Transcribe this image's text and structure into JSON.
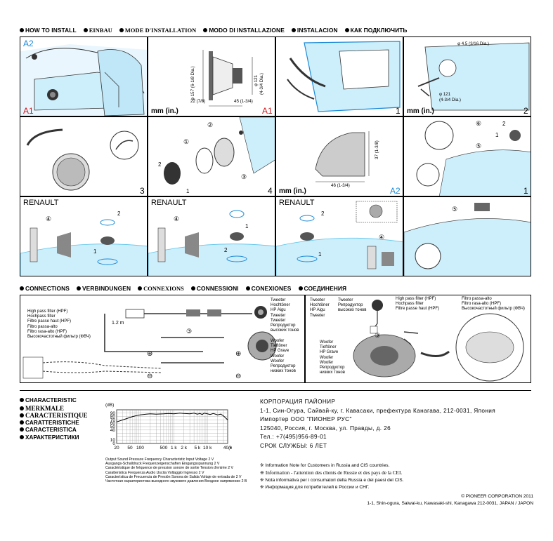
{
  "install_header": [
    {
      "text": "HOW TO INSTALL",
      "serif": false
    },
    {
      "text": "EINBAU",
      "serif": true
    },
    {
      "text": "MODE D'INSTALLATION",
      "serif": true
    },
    {
      "text": "MODO DI INSTALLAZIONE",
      "serif": false
    },
    {
      "text": "INSTALACION",
      "serif": false
    },
    {
      "text": "КАК ПОДКЛЮЧИТЬ",
      "serif": false
    }
  ],
  "panels": {
    "p1": {
      "tag_top": "A2",
      "tag_bottom": "A1"
    },
    "p2": {
      "mm": "mm (in.)",
      "tag": "A1",
      "d157": "φ 157 (6-1/8 Dia.)",
      "d121": "φ 121",
      "d121b": "(4-3/4 Dia.)",
      "w22": "22 (7/8)",
      "w45": "45 (1-3/4)"
    },
    "p3": {
      "num": "1"
    },
    "p4": {
      "mm": "mm (in.)",
      "num": "2",
      "d45": "φ 4.5 (3/16 Dia.)",
      "d121": "φ 121",
      "d121b": "(4-3/4 Dia.)"
    },
    "p5": {
      "num": "3"
    },
    "p6": {
      "num": "4",
      "c1": "①",
      "c2": "②",
      "c3": "③",
      "n1": "1",
      "n2": "2"
    },
    "p7": {
      "mm": "mm (in.)",
      "tag": "A2",
      "h37": "37 (1-3/8)",
      "w46": "46 (1-3/4)"
    },
    "p8": {
      "num": "1",
      "c5": "⑤",
      "c6": "⑥",
      "n1": "1",
      "n2": "2"
    },
    "p9": {
      "title": "RENAULT",
      "c4": "④",
      "n1": "1",
      "n2": "2"
    },
    "p10": {
      "title": "RENAULT",
      "c4": "④",
      "n1": "1",
      "n2": "2"
    },
    "p11": {
      "title": "RENAULT",
      "c4": "④",
      "n1": "1",
      "n2": "2"
    },
    "p12": {
      "c5": "⑤"
    }
  },
  "conn_header": [
    {
      "text": "CONNECTIONS",
      "serif": false
    },
    {
      "text": "VERBINDUNGEN",
      "serif": false
    },
    {
      "text": "CONNEXIONS",
      "serif": true
    },
    {
      "text": "CONNESSIONI",
      "serif": false
    },
    {
      "text": "CONEXIONES",
      "serif": false
    },
    {
      "text": "СОЕДИНЕНИЯ",
      "serif": false
    }
  ],
  "conn1": {
    "hpf": [
      "High pass filter (HPF)",
      "Hochpass filter",
      "Filtre passe haut (HPF)",
      "Filtro passa-alto",
      "Filtro rasa-alto (HPF)",
      "Высокочастотный фильтр (ФВЧ)"
    ],
    "length": "1.2 m",
    "c3": "③",
    "tweeter": [
      "Tweeter",
      "Hochtöner",
      "HP Aigu",
      "Tweeter",
      "Tweeter",
      "Репродуктор",
      "высоких тонов"
    ],
    "woofer": [
      "Woofer",
      "Tieftöner",
      "HP Grave",
      "Woofer",
      "Woofer",
      "Репродуктор",
      "низких тонов"
    ],
    "plus": "⊕",
    "minus": "⊖"
  },
  "conn2": {
    "tweeter": [
      "Tweeter",
      "Hochtöner",
      "HP Aigu",
      "Tweeter"
    ],
    "tweeter2": [
      "Tweeter",
      "Репродуктор",
      "высоких тонов"
    ],
    "hpf": [
      "High pass filter (HPF)",
      "Hochpass filter",
      "Filtre passe haut (HPF)"
    ],
    "hpf2": [
      "Filtro passa-alto",
      "Filtro rasa-alto (HPF)",
      "Высокочастотный фильтр (ФВЧ)"
    ],
    "woofer": [
      "Woofer",
      "Tieftöner",
      "HP Grave",
      "Woofer",
      "Woofer",
      "Репродуктор",
      "низких тонов"
    ],
    "c3": "③"
  },
  "char_list": [
    {
      "text": "CHARACTERISTIC",
      "serif": false
    },
    {
      "text": "MERKMALE",
      "serif": true
    },
    {
      "text": "CARACTERISTIQUE",
      "serif": true
    },
    {
      "text": "CARATTERISTICHE",
      "serif": false
    },
    {
      "text": "CARACTERISTICA",
      "serif": false
    },
    {
      "text": "ХАРАКТЕРИСТИКИ",
      "serif": false
    }
  ],
  "chart_data": {
    "type": "line",
    "ylabel": "(dB)",
    "xlabel": "(Hz)",
    "ylim": [
      0,
      100
    ],
    "yticks": [
      0,
      10,
      40,
      50,
      60,
      70,
      80,
      90
    ],
    "ytick_labels": [
      "0",
      "10",
      "40",
      "50",
      "60",
      "70",
      "80",
      "90"
    ],
    "xticks": [
      20,
      50,
      100,
      500,
      1000,
      2000,
      5000,
      10000,
      40000
    ],
    "xtick_labels": [
      "20",
      "50",
      "100",
      "500",
      "1 k",
      "2 k",
      "5 k",
      "10 k",
      "40 k"
    ],
    "series": [
      {
        "x": [
          20,
          40,
          60,
          80,
          100,
          150,
          200,
          300,
          500,
          700,
          1000,
          1500,
          2000,
          3000,
          4000,
          5000,
          6000,
          7000,
          8000,
          10000,
          12000,
          15000,
          20000,
          25000,
          30000,
          40000
        ],
        "y": [
          64,
          74,
          80,
          83,
          85,
          87,
          88,
          87,
          88,
          89,
          88,
          90,
          89,
          88,
          90,
          87,
          89,
          86,
          90,
          88,
          86,
          89,
          85,
          87,
          82,
          70
        ]
      }
    ],
    "grid": true
  },
  "chart_caption": [
    "Output Sound Pressure Frequency Characteristic  Input Voltage 2 V",
    "Ausgangs-Schalldruck Frequenzeigenschaften  Eingangsspannung 2 V",
    "Caractéristique de fréquence de pression sonore de sortie  Tension d'entrée 2 V",
    "Caratteristica Frequenza Audio Uscita  Voltaggio Ingresso 2 V",
    "Característica de Frecuencia de Presión Sonora de Salida  Voltaje de entrada de 2 V",
    "Частотная характеристика выходного звукового давления  Входное напряжение 2 В"
  ],
  "ru_block": [
    "КОРПОРАЦИЯ ПАЙОНИР",
    "1-1, Син-Огура, Сайвай-ку, г. Кавасаки, префектура Канагава, 212-0031, Япония",
    "Импортер   ООО \"ПИОНЕР РУС\"",
    "125040, Россия, г. Москва, ул. Правды, д. 26",
    "Тел.: +7(495)956-89-01",
    "СРОК СЛУЖБЫ: 6 ЛЕТ"
  ],
  "notes": [
    {
      "text": "※ Information Note for Customers in Russia and CIS countries.",
      "serif": false
    },
    {
      "text": "※ Information - l'attention des clients de Russie et des pays de la CEI.",
      "serif": true
    },
    {
      "text": "※ Nota informativa per i consumatori della Russia e dei paesi del CIS.",
      "serif": false
    },
    {
      "text": "※ Информация для потребителей в России и СНГ.",
      "serif": false
    }
  ],
  "copyright": [
    "© PIONEER CORPORATION  2011",
    "1-1, Shin-ogura, Saiwai-ku, Kawasaki-shi, Kanagawa 212-0031, JAPAN / JAPON"
  ],
  "colors": {
    "blue": "#1b8ad6",
    "red": "#d3141a",
    "cyan_fill": "#d6f0fb",
    "cyan_line": "#5cc3e8"
  }
}
